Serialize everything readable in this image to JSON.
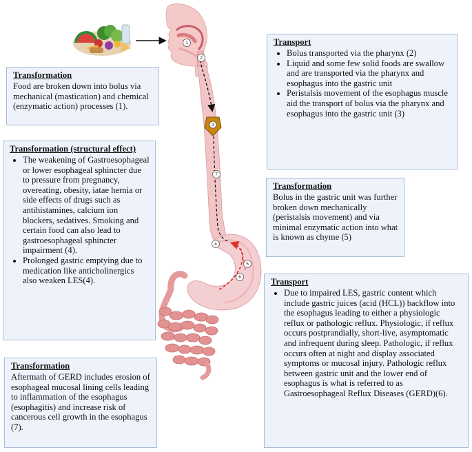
{
  "boxes": {
    "transform1": {
      "heading": "Transformation",
      "text": "Food are broken down into bolus via mechanical (mastication) and chemical (enzymatic action) processes (1)."
    },
    "transport1": {
      "heading": "Transport ",
      "items": [
        "Bolus transported via the pharynx (2)",
        "Liquid and some few solid foods are swallow and are transported via the pharynx and esophagus into the gastric unit",
        "Peristalsis movement of the esophagus muscle aid the transport of bolus via the pharynx and esophagus into the gastric unit (3)"
      ]
    },
    "transform_structural": {
      "heading": "Transformation (structural effect)",
      "items": [
        "The weakening of Gastroesophageal or lower esophageal sphincter due to pressure from pregnancy, overeating, obesity, iatae hernia or side effects of drugs such as antihistamines, calcium ion blockers, sedatives. Smoking and certain food can also lead to gastroesophageal sphincter impairment (4).",
        "Prolonged gastric emptying due to medication like anticholinergics also weaken LES(4)."
      ]
    },
    "transform2": {
      "heading": "Transformation",
      "text": "Bolus in the gastric unit was further broken down mechanically (peristalsis movement) and via minimal enzymatic action into what is known as chyme (5)"
    },
    "transport2": {
      "heading": "Transport",
      "items": [
        "Due to impaired LES, gastric content which include gastric juices (acid (HCL)) backflow into the esophagus leading to either a physiologic reflux or pathologic reflux. Physiologic, if reflux occurs postprandially, short-live, asymptomatic and infrequent during sleep. Pathologic, if reflux occurs often at night and display associated symptoms or mucosal injury. Pathologic reflux between gastric unit and the lower end of esophagus is what is referred to as Gastroesophageal Reflux Diseases (GERD)(6)."
      ]
    },
    "transform3": {
      "heading": "Transformation",
      "text": "Aftermath of GERD includes erosion of esophageal mucosal lining cells leading to inflammation of the esophagus (esophagitis) and increase risk of cancerous cell growth in the esophagus (7)."
    }
  },
  "markers": [
    "1",
    "2",
    "3",
    "4",
    "5",
    "6",
    "7"
  ],
  "colors": {
    "box_fill": "#eef3fb",
    "box_border": "#a9bcd8",
    "tissue": "#f2c2c0",
    "stomach": "#f4cfd2",
    "intestine": "#e59b9b",
    "reflux_arrow": "#e0322f",
    "sphincter": "#c8860f"
  }
}
